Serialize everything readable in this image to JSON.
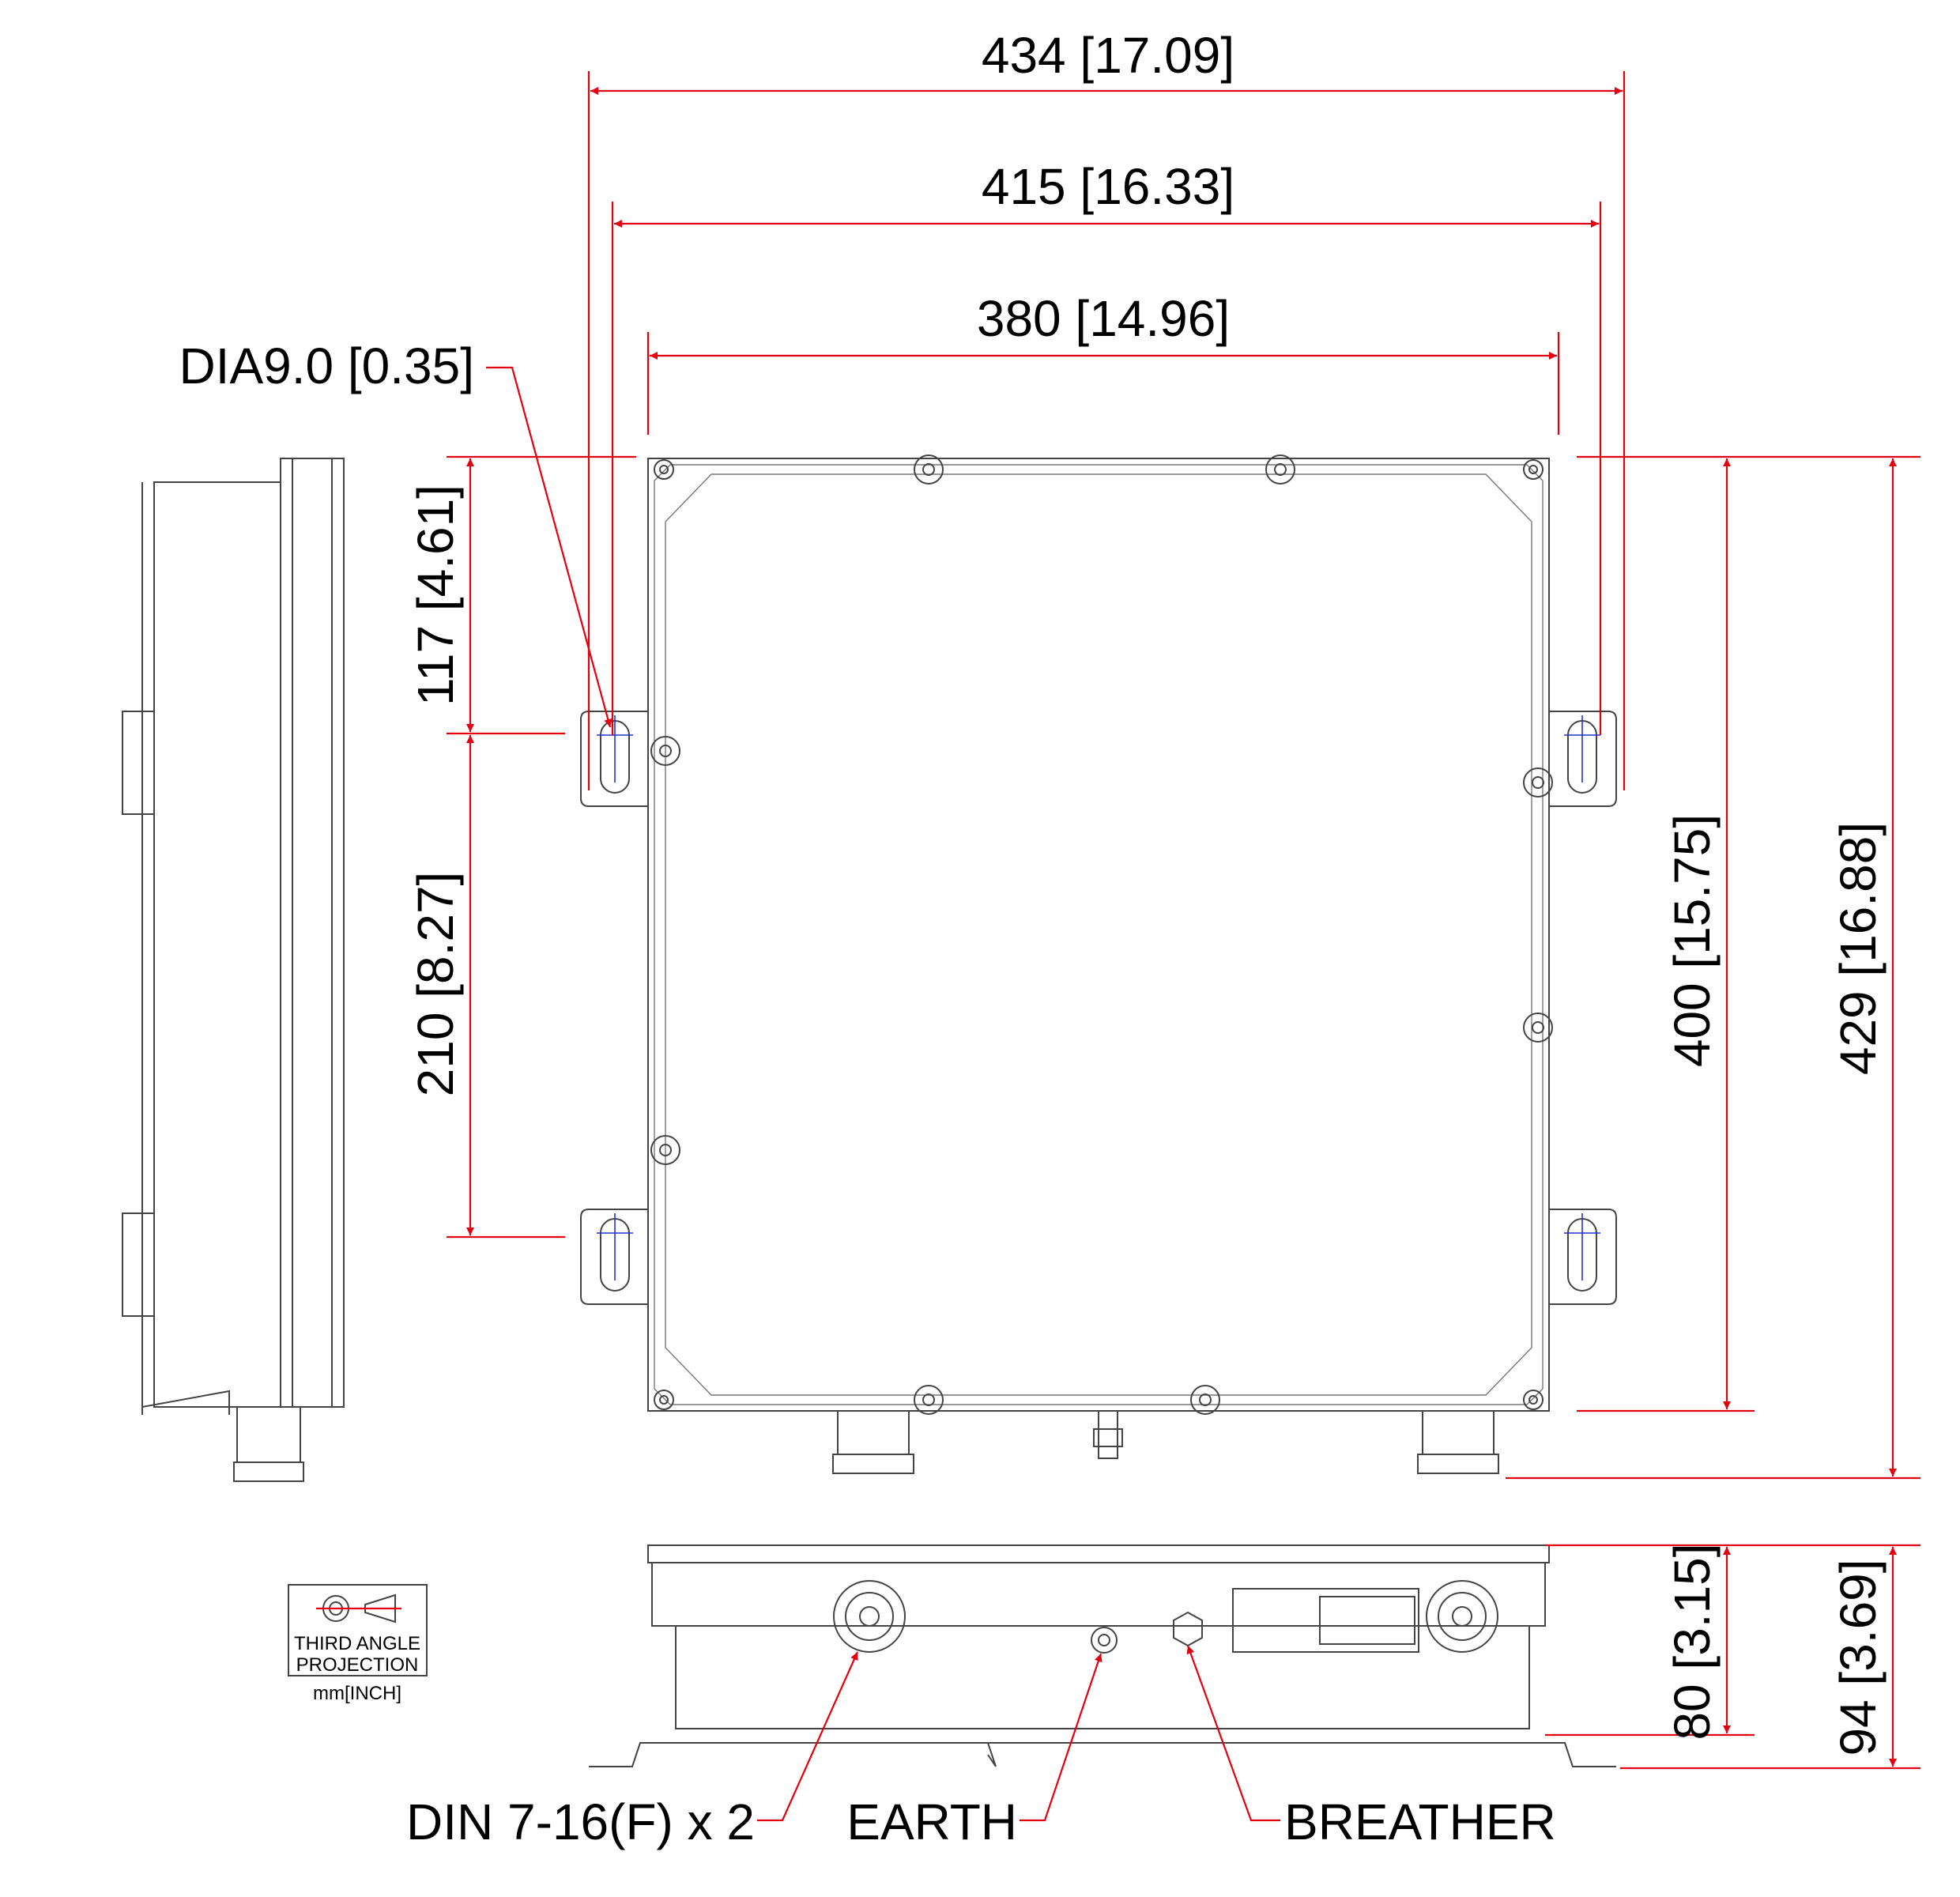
{
  "units_note": "mm[INCH]",
  "dimensions": {
    "width_overall": "434 [17.09]",
    "width_mounting": "415 [16.33]",
    "width_body": "380 [14.96]",
    "hole_dia": "DIA9.0 [0.35]",
    "hole_offset_top": "117 [4.61]",
    "hole_spacing": "210 [8.27]",
    "height_body": "400 [15.75]",
    "height_overall": "429 [16.88]",
    "depth_body": "80 [3.15]",
    "depth_overall": "94 [3.69]"
  },
  "callouts": {
    "connector": "DIN 7-16(F) x 2",
    "earth": "EARTH",
    "breather": "BREATHER"
  },
  "projection_box": {
    "line1": "THIRD ANGLE",
    "line2": "PROJECTION"
  },
  "colors": {
    "dimension": "#e3000f",
    "outline": "#444444",
    "centerline": "#2233cc"
  }
}
